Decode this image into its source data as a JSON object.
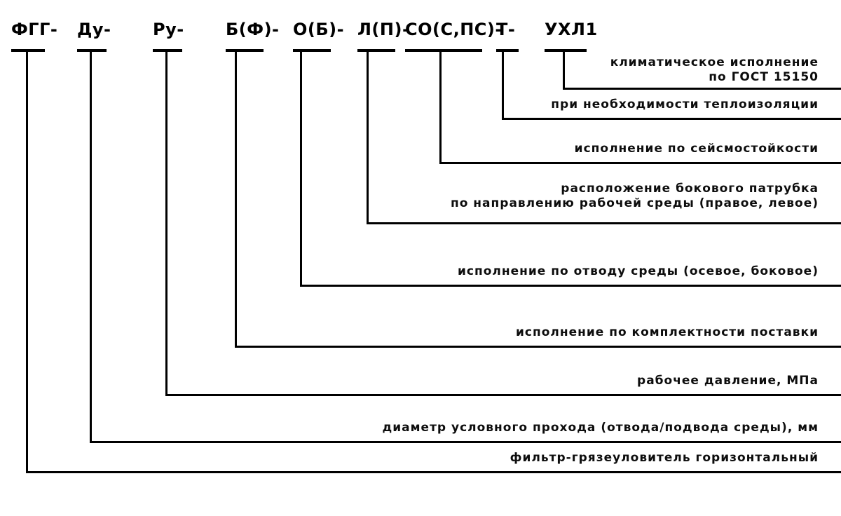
{
  "diagram": {
    "type": "designation-structure",
    "colors": {
      "line": "#000000",
      "text": "#000000",
      "background": "#ffffff"
    },
    "segments": [
      {
        "code": "ФГГ-",
        "label_lines": [
          "фильтр-грязеуловитель горизонтальный"
        ]
      },
      {
        "code": "Ду-",
        "label_lines": [
          "диаметр условного прохода (отвода/подвода среды), мм"
        ]
      },
      {
        "code": "Ру-",
        "label_lines": [
          "рабочее давление, МПа"
        ]
      },
      {
        "code": "Б(Ф)-",
        "label_lines": [
          "исполнение по комплектности поставки"
        ]
      },
      {
        "code": "О(Б)-",
        "label_lines": [
          "исполнение по отводу среды (осевое, боковое)"
        ]
      },
      {
        "code": "Л(П)-",
        "label_lines": [
          "расположение бокового патрубка",
          "по направлению рабочей среды (правое, левое)"
        ]
      },
      {
        "code": "СО(С,ПС)-",
        "label_lines": [
          "исполнение по сейсмостойкости"
        ]
      },
      {
        "code": "Т-",
        "label_lines": [
          "при необходимости теплоизоляции"
        ]
      },
      {
        "code": "УХЛ1",
        "label_lines": [
          "климатическое исполнение",
          "по ГОСТ 15150"
        ]
      }
    ]
  }
}
